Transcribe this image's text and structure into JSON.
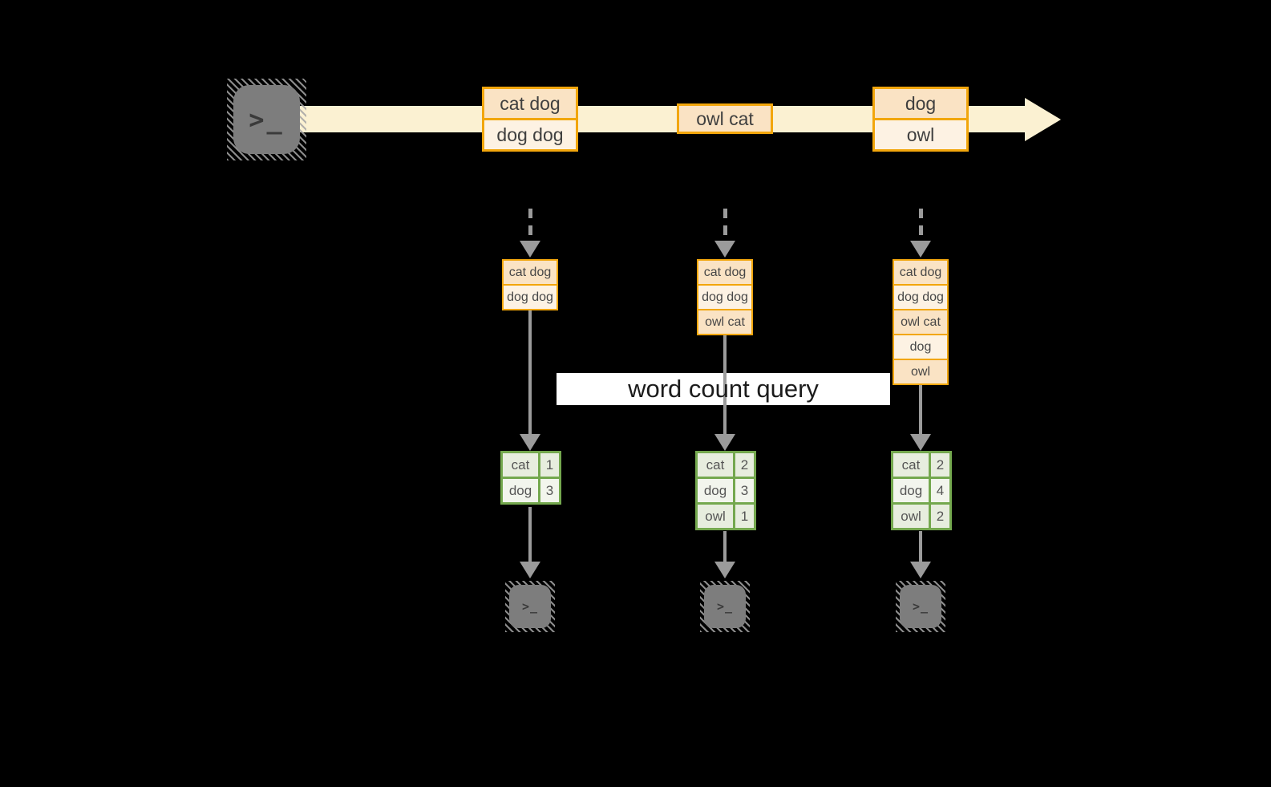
{
  "query_label": "word count query",
  "terminal_glyph": ">_",
  "stream": {
    "batch1": {
      "row1": "cat dog",
      "row2": "dog dog"
    },
    "batch2": {
      "row1": "owl cat"
    },
    "batch3": {
      "row1": "dog",
      "row2": "owl"
    }
  },
  "columns": [
    {
      "stack": [
        "cat dog",
        "dog dog"
      ],
      "table": [
        {
          "word": "cat",
          "count": "1"
        },
        {
          "word": "dog",
          "count": "3"
        }
      ]
    },
    {
      "stack": [
        "cat dog",
        "dog dog",
        "owl cat"
      ],
      "table": [
        {
          "word": "cat",
          "count": "2"
        },
        {
          "word": "dog",
          "count": "3"
        },
        {
          "word": "owl",
          "count": "1"
        }
      ]
    },
    {
      "stack": [
        "cat dog",
        "dog dog",
        "owl cat",
        "dog",
        "owl"
      ],
      "table": [
        {
          "word": "cat",
          "count": "2"
        },
        {
          "word": "dog",
          "count": "4"
        },
        {
          "word": "owl",
          "count": "2"
        }
      ]
    }
  ],
  "colors": {
    "stream_band": "#fbf1d2",
    "orange_border": "#f2a60c",
    "peach_fill": "#fae3c4",
    "cream_fill": "#fdf2e3",
    "green_border": "#74a84e",
    "green_cell_dark": "#e7edde",
    "green_cell_light": "#f2f5ed",
    "connector_gray": "#9b9b9b",
    "terminal_gray": "#7d7d7d",
    "background": "#000000"
  }
}
